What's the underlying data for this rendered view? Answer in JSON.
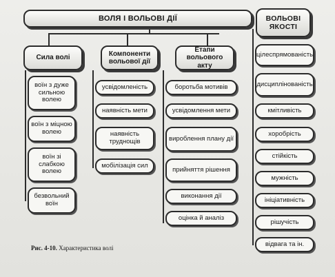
{
  "title": "ВОЛЯ І ВОЛЬОВІ ДІЇ",
  "qualities_title": "ВОЛЬОВІ ЯКОСТІ",
  "columns": {
    "strength": {
      "heading": "Сила волі",
      "items": [
        "воїн з дуже сильною волею",
        "воїн з міцною волею",
        "воїн зі слабкою волею",
        "безвольний воїн"
      ]
    },
    "components": {
      "heading": "Компоненти вольової дії",
      "items": [
        "усвідомленість",
        "наявність мети",
        "наявність труднощів",
        "мобілізація сил"
      ]
    },
    "stages": {
      "heading": "Етапи вольового акту",
      "items": [
        "боротьба мотивів",
        "усвідомлення мети",
        "вироблення плану дії",
        "прийняття рішення",
        "виконання дії",
        "оцінка й аналіз"
      ]
    }
  },
  "qualities": [
    "цілеспрямованість",
    "дисциплінованість",
    "кмітливість",
    "хоробрість",
    "стійкість",
    "мужність",
    "ініціативність",
    "рішучість",
    "відвага та ін."
  ],
  "caption": {
    "number": "Рис. 4-10.",
    "text": "Характеристика волі"
  }
}
